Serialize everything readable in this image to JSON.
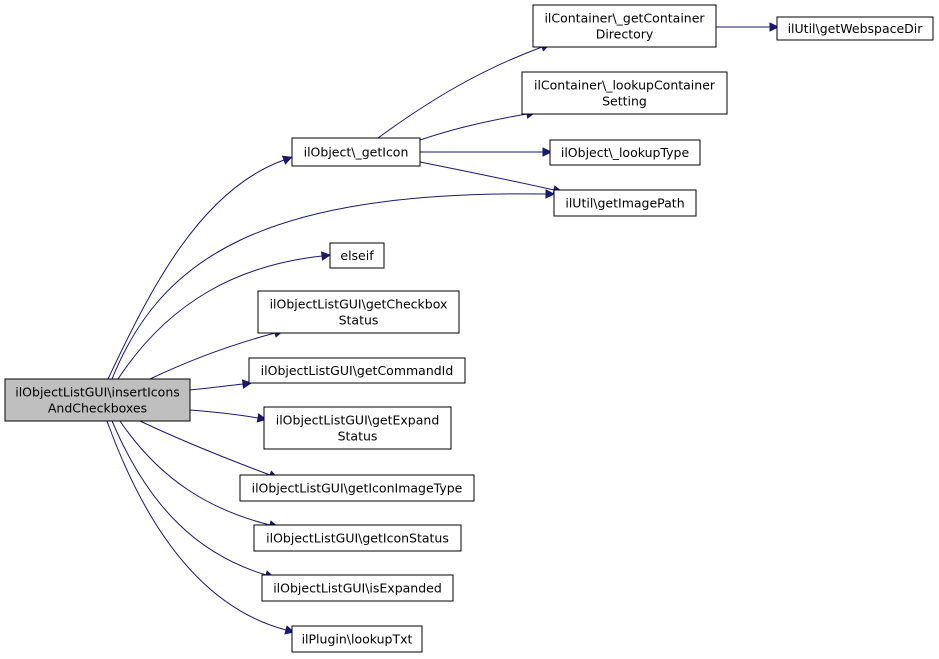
{
  "colors": {
    "node_fill": "#ffffff",
    "root_fill": "#bfbfbf",
    "node_stroke": "#000000",
    "edge": "#191970"
  },
  "nodes": [
    {
      "id": "root",
      "lines": [
        "ilObjectListGUI\\insertIcons",
        "AndCheckboxes"
      ],
      "root": true
    },
    {
      "id": "geticon",
      "lines": [
        "ilObject\\_getIcon"
      ]
    },
    {
      "id": "getcontainerdir",
      "lines": [
        "ilContainer\\_getContainer",
        "Directory"
      ]
    },
    {
      "id": "getwebspacedir",
      "lines": [
        "ilUtil\\getWebspaceDir"
      ]
    },
    {
      "id": "lookupcontainersetting",
      "lines": [
        "ilContainer\\_lookupContainer",
        "Setting"
      ]
    },
    {
      "id": "lookuptype",
      "lines": [
        "ilObject\\_lookupType"
      ]
    },
    {
      "id": "getimagepath",
      "lines": [
        "ilUtil\\getImagePath"
      ]
    },
    {
      "id": "elseif",
      "lines": [
        "elseif"
      ]
    },
    {
      "id": "getcheckboxstatus",
      "lines": [
        "ilObjectListGUI\\getCheckbox",
        "Status"
      ]
    },
    {
      "id": "getcommandid",
      "lines": [
        "ilObjectListGUI\\getCommandId"
      ]
    },
    {
      "id": "getexpandstatus",
      "lines": [
        "ilObjectListGUI\\getExpand",
        "Status"
      ]
    },
    {
      "id": "geticonimagetype",
      "lines": [
        "ilObjectListGUI\\getIconImageType"
      ]
    },
    {
      "id": "geticonstatus",
      "lines": [
        "ilObjectListGUI\\getIconStatus"
      ]
    },
    {
      "id": "isexpanded",
      "lines": [
        "ilObjectListGUI\\isExpanded"
      ]
    },
    {
      "id": "lookuptxt",
      "lines": [
        "ilPlugin\\lookupTxt"
      ]
    }
  ],
  "edges": [
    {
      "from": "root",
      "to": "geticon"
    },
    {
      "from": "root",
      "to": "getimagepath"
    },
    {
      "from": "root",
      "to": "elseif"
    },
    {
      "from": "root",
      "to": "getcheckboxstatus"
    },
    {
      "from": "root",
      "to": "getcommandid"
    },
    {
      "from": "root",
      "to": "getexpandstatus"
    },
    {
      "from": "root",
      "to": "geticonimagetype"
    },
    {
      "from": "root",
      "to": "geticonstatus"
    },
    {
      "from": "root",
      "to": "isexpanded"
    },
    {
      "from": "root",
      "to": "lookuptxt"
    },
    {
      "from": "geticon",
      "to": "getcontainerdir"
    },
    {
      "from": "geticon",
      "to": "lookupcontainersetting"
    },
    {
      "from": "geticon",
      "to": "lookuptype"
    },
    {
      "from": "geticon",
      "to": "getimagepath"
    },
    {
      "from": "getcontainerdir",
      "to": "getwebspacedir"
    }
  ]
}
